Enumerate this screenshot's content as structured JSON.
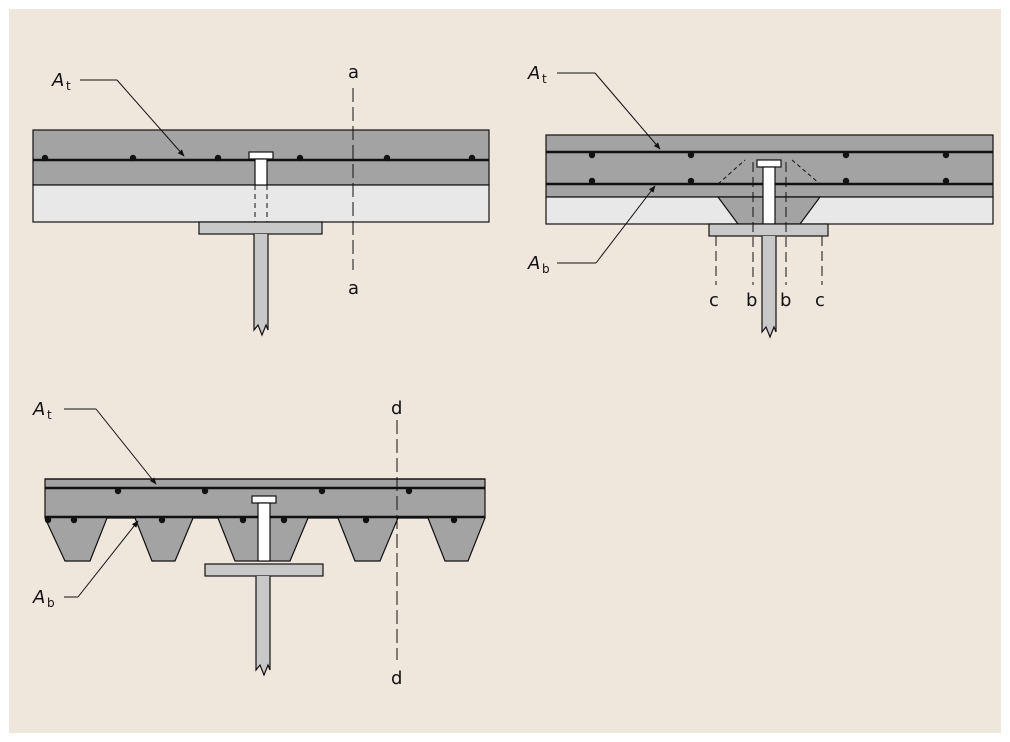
{
  "diagrams": [
    {
      "id": "solid-slab",
      "labels": {
        "top_steel": "A",
        "top_steel_sub": "t",
        "section": "a"
      }
    },
    {
      "id": "haunched-slab",
      "labels": {
        "top_steel": "A",
        "top_steel_sub": "t",
        "bottom_steel": "A",
        "bottom_steel_sub": "b",
        "section_c": "c",
        "section_b": "b"
      }
    },
    {
      "id": "profiled-deck-slab",
      "labels": {
        "top_steel": "A",
        "top_steel_sub": "t",
        "bottom_steel": "A",
        "bottom_steel_sub": "b",
        "section": "d"
      }
    }
  ],
  "colors": {
    "background": "#efe6dc",
    "concrete": "#a3a3a3",
    "light_zone": "#e8e8e8",
    "steel": "#c8c8c8",
    "stud": "#ffffff",
    "line": "#111111"
  }
}
